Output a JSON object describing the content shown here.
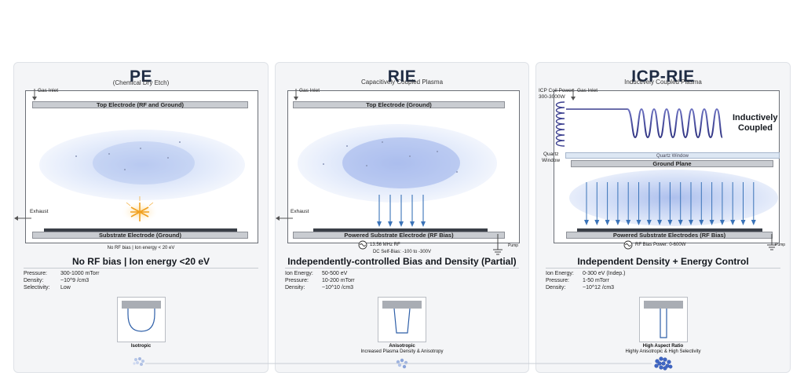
{
  "panels": [
    {
      "title": "PE",
      "subtitle": "(Chemical Dry Etch)",
      "gas_inlet": "Gas Inlet",
      "top_electrode": "Top Electrode (RF and Ground)",
      "substrate_electrode": "Substrate Electrode (Ground)",
      "exhaust": "Exhaust",
      "bottom_note": "No RF bias | Ion energy < 20 eV",
      "headline": "No RF bias | Ion energy <20 eV",
      "specs": [
        {
          "key": "Pressure:",
          "value": "300-1000 mTorr"
        },
        {
          "key": "Density:",
          "value": "~10^9 /cm3"
        },
        {
          "key": "Selectivity:",
          "value": "Low"
        }
      ],
      "profile_caption": "Isotropic",
      "profile_note": ""
    },
    {
      "title": "RIE",
      "subtitle": "Capacitively Coupled Plasma",
      "gas_inlet": "Gas Inlet",
      "top_electrode": "Top Electrode (Ground)",
      "substrate_electrode": "Powered Substrate Electrode (RF Bias)",
      "exhaust": "Exhaust",
      "pump": "Pump",
      "rf_source": "13.56 MHz RF",
      "self_bias": "DC Self-Bias: -100 to -300V",
      "headline": "Independently-controlled Bias and Density (Partial)",
      "specs": [
        {
          "key": "Ion Energy:",
          "value": "50-500 eV"
        },
        {
          "key": "Pressure:",
          "value": "10-200 mTorr"
        },
        {
          "key": "Density:",
          "value": "~10^10 /cm3"
        }
      ],
      "profile_caption": "Anisotropic",
      "profile_note": "Increased Plasma Density & Anisotropy"
    },
    {
      "title": "ICP-RIE",
      "subtitle": "Inductively Coupled Plasma",
      "coil_power": "ICP Coil Power:",
      "coil_power_range": "300-3000W",
      "gas_inlet": "Gas Inlet",
      "coupled_label_1": "Inductively",
      "coupled_label_2": "Coupled",
      "quartz_window_label": "Quartz",
      "quartz_window_label_2": "Window",
      "quartz_window_bar": "Quartz Window",
      "ground_plane": "Ground Plane",
      "substrate_electrode": "Powered Substrate Electrodes (RF Bias)",
      "rf_bias_power": "RF Bias Power: 0-600W",
      "pump": "Pump",
      "headline": "Independent Density + Energy Control",
      "specs": [
        {
          "key": "Ion Energy:",
          "value": "0-300 eV (Indep.)"
        },
        {
          "key": "Pressure:",
          "value": "1-50 mTorr"
        },
        {
          "key": "Density:",
          "value": "~10^12 /cm3"
        }
      ],
      "profile_caption": "High Aspect Ratio",
      "profile_note": "Highly Anisotropic & High Selectivity"
    }
  ],
  "colors": {
    "ion_arrow": "#3a73b8",
    "coil": "#3b3f8f",
    "spark": "#f0a020",
    "panel_bg": "#f4f5f7"
  }
}
